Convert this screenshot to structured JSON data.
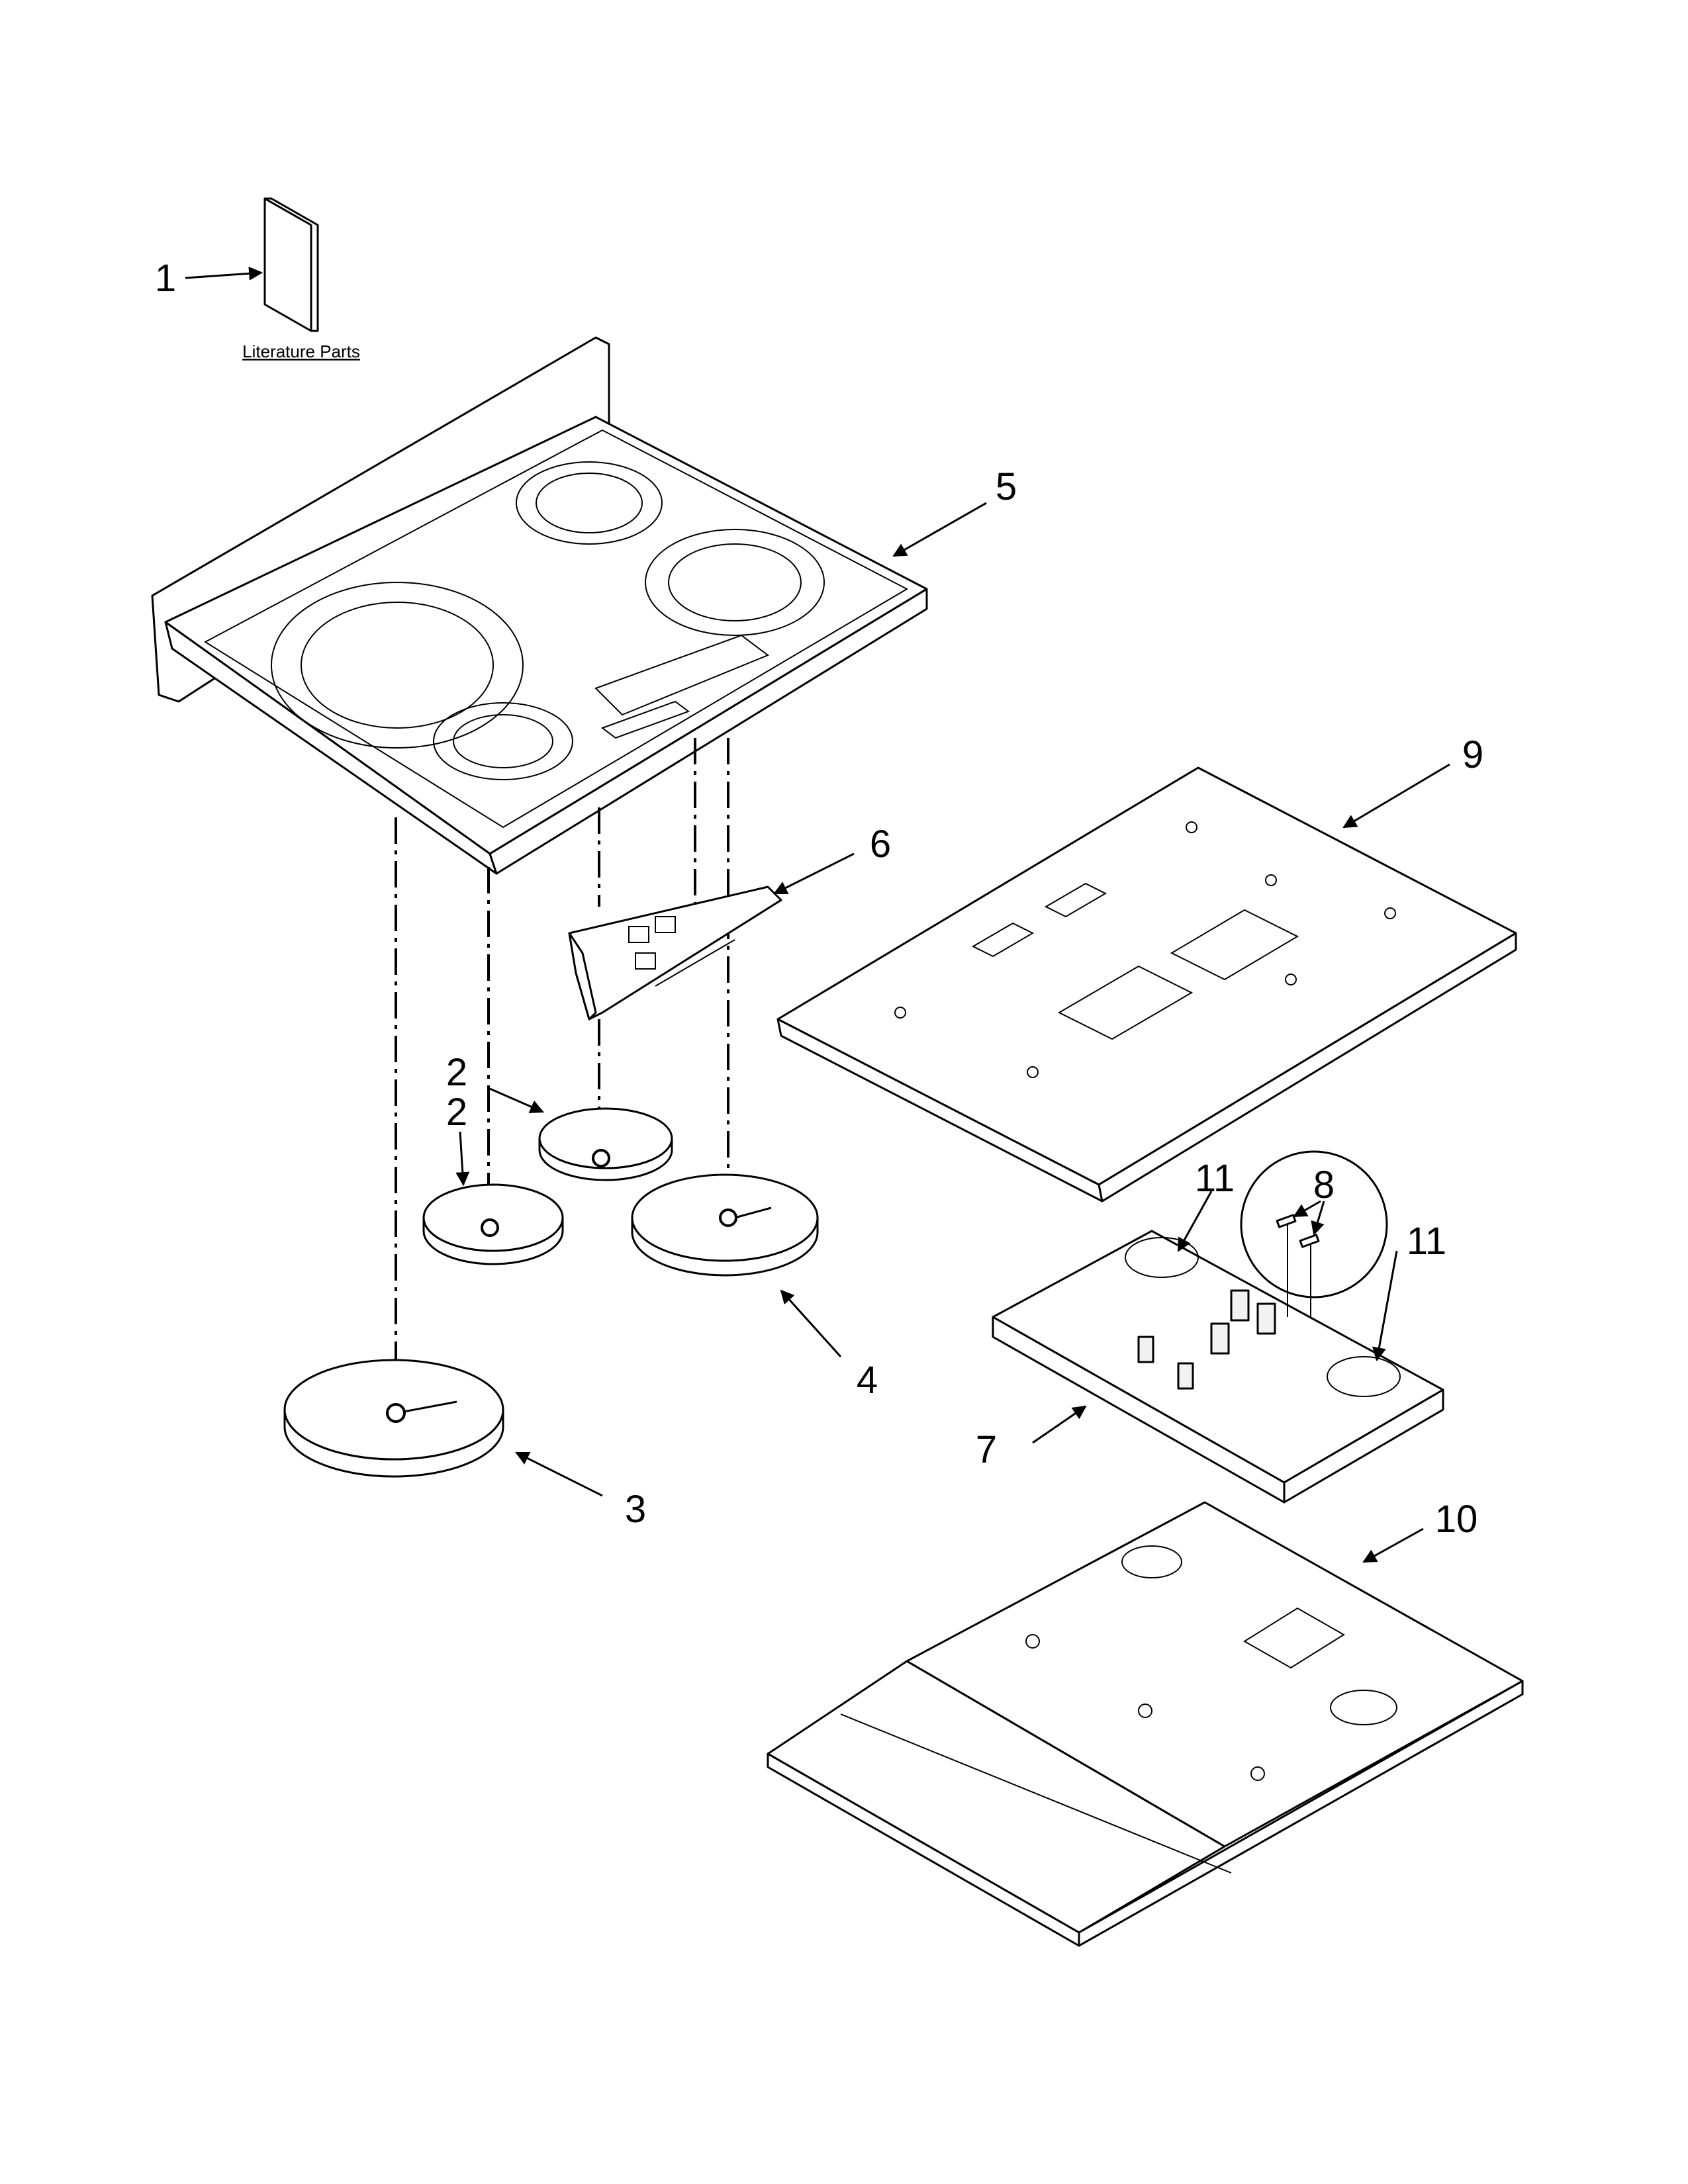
{
  "callouts": {
    "c1": "1",
    "c2a": "2",
    "c2b": "2",
    "c3": "3",
    "c4": "4",
    "c5": "5",
    "c6": "6",
    "c7": "7",
    "c8": "8",
    "c9": "9",
    "c10": "10",
    "c11a": "11",
    "c11b": "11"
  },
  "literature_label": "Literature Parts"
}
